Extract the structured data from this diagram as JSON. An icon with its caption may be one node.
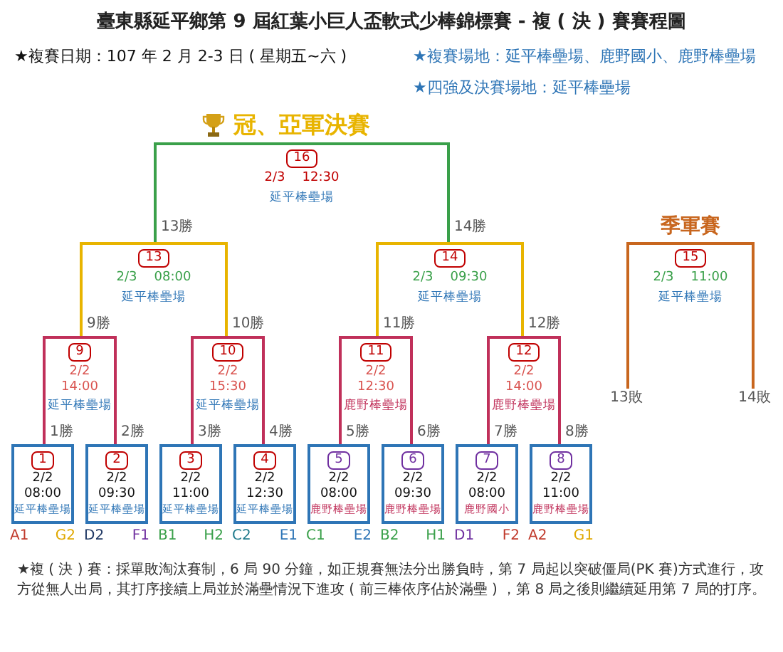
{
  "diagram": {
    "title": "臺東縣延平鄉第 9 屆紅葉小巨人盃軟式少棒錦標賽 - 複 ( 決 ) 賽賽程圖",
    "nodes": [
      {
        "text": [
          "冠、亞軍決賽",
          "16",
          "2/3",
          "12:30",
          "延平棒壘場"
        ]
      },
      {
        "text": [
          "季軍賽",
          "15",
          "2/3",
          "11:00",
          "延平棒壘場"
        ]
      },
      {
        "text": [
          "13",
          "2/3",
          "08:00",
          "延平棒壘場"
        ]
      },
      {
        "text": [
          "14",
          "2/3",
          "09:30",
          "延平棒壘場"
        ]
      },
      {
        "text": [
          "9",
          "2/2",
          "14:00",
          "延平棒壘場"
        ]
      },
      {
        "text": [
          "10",
          "2/2",
          "15:30",
          "延平棒壘場"
        ]
      },
      {
        "text": [
          "11",
          "2/2",
          "12:30",
          "鹿野棒壘場"
        ]
      },
      {
        "text": [
          "12",
          "2/2",
          "14:00",
          "鹿野棒壘場"
        ]
      },
      {
        "text": [
          "1",
          "2/2",
          "08:00",
          "延平棒壘場"
        ],
        "beside": [
          "A1",
          "G2"
        ]
      },
      {
        "text": [
          "2",
          "2/2",
          "09:30",
          "延平棒壘場"
        ],
        "beside": [
          "D2",
          "F1"
        ]
      },
      {
        "text": [
          "3",
          "2/2",
          "11:00",
          "延平棒壘場"
        ],
        "beside": [
          "B1",
          "H2"
        ]
      },
      {
        "text": [
          "4",
          "2/2",
          "12:30",
          "延平棒壘場"
        ],
        "beside": [
          "C2",
          "E1"
        ]
      },
      {
        "text": [
          "5",
          "2/2",
          "08:00",
          "鹿野棒壘場"
        ],
        "beside": [
          "C1",
          "E2"
        ]
      },
      {
        "text": [
          "6",
          "2/2",
          "09:30",
          "鹿野棒壘場"
        ],
        "beside": [
          "B2",
          "H1"
        ]
      },
      {
        "text": [
          "7",
          "2/2",
          "08:00",
          "鹿野國小"
        ],
        "beside": [
          "D1",
          "F2"
        ]
      },
      {
        "text": [
          "8",
          "2/2",
          "11:00",
          "鹿野棒壘場"
        ],
        "beside": [
          "A2",
          "G1"
        ]
      },
      {
        "text": [
          "13敗"
        ]
      },
      {
        "text": [
          "14敗"
        ]
      }
    ],
    "edges": [
      {
        "from": 2,
        "to": 0,
        "arrow": "none",
        "label": "13勝",
        "color": "#3aa04a"
      },
      {
        "from": 3,
        "to": 0,
        "arrow": "none",
        "label": "14勝",
        "color": "#3aa04a"
      },
      {
        "from": 4,
        "to": 2,
        "arrow": "none",
        "label": "9勝",
        "color": "#e8b400"
      },
      {
        "from": 5,
        "to": 2,
        "arrow": "none",
        "label": "10勝",
        "color": "#e8b400"
      },
      {
        "from": 6,
        "to": 3,
        "arrow": "none",
        "label": "11勝",
        "color": "#e8b400"
      },
      {
        "from": 7,
        "to": 3,
        "arrow": "none",
        "label": "12勝",
        "color": "#e8b400"
      },
      {
        "from": 8,
        "to": 4,
        "arrow": "none",
        "label": "1勝"
      },
      {
        "from": 9,
        "to": 4,
        "arrow": "none",
        "label": "2勝"
      },
      {
        "from": 10,
        "to": 5,
        "arrow": "none",
        "label": "3勝"
      },
      {
        "from": 11,
        "to": 5,
        "arrow": "none",
        "label": "4勝"
      },
      {
        "from": 12,
        "to": 6,
        "arrow": "none",
        "label": "5勝"
      },
      {
        "from": 13,
        "to": 6,
        "arrow": "none",
        "label": "6勝"
      },
      {
        "from": 14,
        "to": 7,
        "arrow": "none",
        "label": "7勝"
      },
      {
        "from": 15,
        "to": 7,
        "arrow": "none",
        "label": "8勝"
      },
      {
        "from": 16,
        "to": 1,
        "arrow": "none",
        "color": "#c8661e"
      },
      {
        "from": 17,
        "to": 1,
        "arrow": "none",
        "color": "#c8661e"
      }
    ],
    "labels": [
      "★複賽日期：107 年 2 月 2-3 日 ( 星期五~六 )",
      "★複賽場地：延平棒壘場、鹿野國小、鹿野棒壘場",
      "★四強及決賽場地：延平棒壘場",
      "★複 ( 決 ) 賽：採單敗淘汰賽制，6 局 90 分鐘，如正規賽無法分出勝負時，第 7 局起以突破僵局(PK 賽)方式進行，攻方從無人出局，其打序接續上局並於滿壘情況下進攻 ( 前三棒依序佔於滿壘 ) ，第 8 局之後則繼續延用第 7 局的打序。"
    ]
  }
}
